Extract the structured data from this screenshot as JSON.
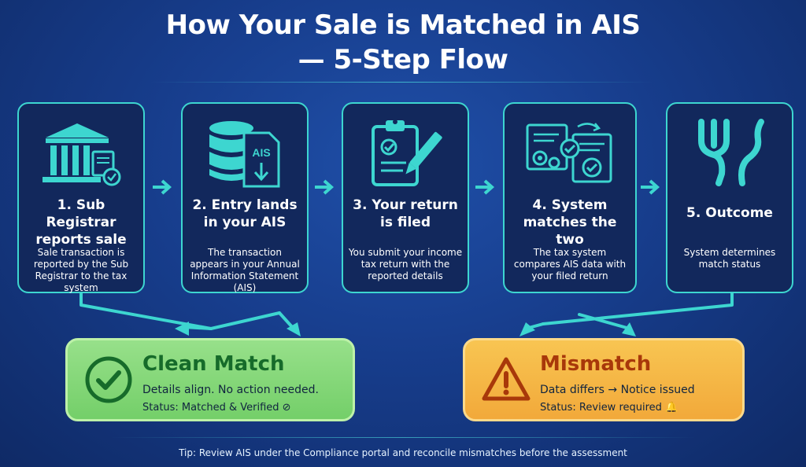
{
  "title_line1": "How Your Sale is Matched in AIS",
  "title_line2": "— 5-Step Flow",
  "steps": [
    {
      "title": "1. Sub Registrar reports sale",
      "description": "Sale transaction is reported by the Sub Registrar to the tax system",
      "icon": "bank-building-icon"
    },
    {
      "title": "2. Entry lands in your AIS",
      "description": "The transaction appears in your Annual Information Statement (AIS)",
      "icon": "database-document-icon",
      "icon_text": "AIS"
    },
    {
      "title": "3. Your return is filed",
      "description": "You submit your income tax return with the reported details",
      "icon": "clipboard-pen-icon"
    },
    {
      "title": "4. System matches the two",
      "description": "The tax system compares AIS data with your filed return",
      "icon": "gears-documents-icon"
    },
    {
      "title": "5. Outcome",
      "description": "System determines match status",
      "icon": "fork-split-icon"
    }
  ],
  "outcomes": {
    "match": {
      "heading": "Clean Match",
      "line1": "Details align. No action needed.",
      "line2": "Status: Matched & Verified ⊘"
    },
    "mismatch": {
      "heading": "Mismatch",
      "line1": "Data differs → Notice issued",
      "line2": "Status: Review required 🔔"
    }
  },
  "tip": "Tip: Review AIS under the Compliance portal and reconcile mismatches before the assessment",
  "colors": {
    "background": "#173d8c",
    "accent": "#3dd6d0",
    "match_fill": "#86d979",
    "match_text": "#166b2a",
    "mismatch_fill": "#f5b847",
    "mismatch_text": "#a8380a"
  }
}
